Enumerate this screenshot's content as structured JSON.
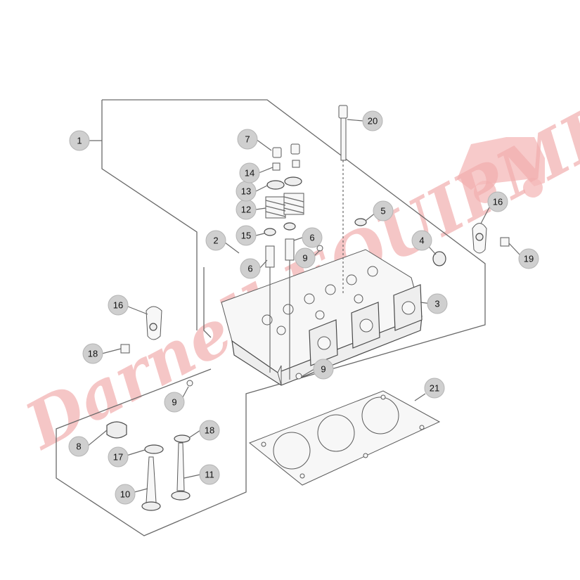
{
  "callouts": [
    {
      "id": "c1",
      "label": "1"
    },
    {
      "id": "c2",
      "label": "2"
    },
    {
      "id": "c3",
      "label": "3"
    },
    {
      "id": "c4",
      "label": "4"
    },
    {
      "id": "c5",
      "label": "5"
    },
    {
      "id": "c6a",
      "label": "6"
    },
    {
      "id": "c6b",
      "label": "6"
    },
    {
      "id": "c7",
      "label": "7"
    },
    {
      "id": "c8",
      "label": "8"
    },
    {
      "id": "c9a",
      "label": "9"
    },
    {
      "id": "c9b",
      "label": "9"
    },
    {
      "id": "c9c",
      "label": "9"
    },
    {
      "id": "c10",
      "label": "10"
    },
    {
      "id": "c11",
      "label": "11"
    },
    {
      "id": "c12",
      "label": "12"
    },
    {
      "id": "c13",
      "label": "13"
    },
    {
      "id": "c14",
      "label": "14"
    },
    {
      "id": "c15",
      "label": "15"
    },
    {
      "id": "c16a",
      "label": "16"
    },
    {
      "id": "c16b",
      "label": "16"
    },
    {
      "id": "c17",
      "label": "17"
    },
    {
      "id": "c18a",
      "label": "18"
    },
    {
      "id": "c18b",
      "label": "18"
    },
    {
      "id": "c19",
      "label": "19"
    },
    {
      "id": "c20",
      "label": "20"
    },
    {
      "id": "c21",
      "label": "21"
    }
  ],
  "watermark": {
    "text": "Darnell EQUIPMENT"
  },
  "colors": {
    "callout_fill": "#cfcfcf",
    "line": "#6a6a6a",
    "watermark": "#f2aeae"
  }
}
